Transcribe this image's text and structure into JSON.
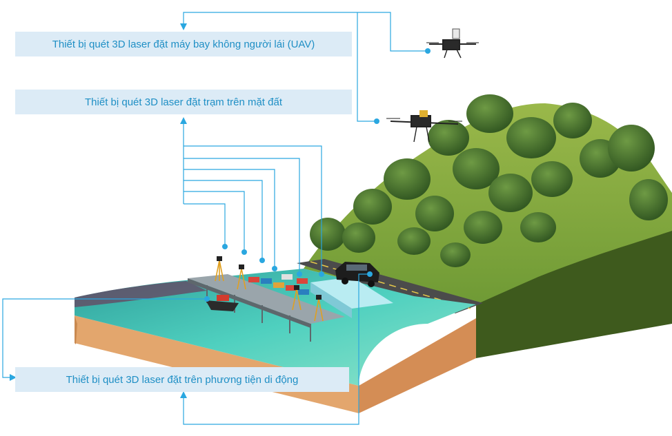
{
  "labels": {
    "uav": "Thiết bị quét 3D laser đặt máy bay không người lái (UAV)",
    "ground": "Thiết bị quét 3D laser đặt trạm trên mặt đất",
    "mobile": "Thiết bị quét 3D laser đặt trên phương tiện di động"
  },
  "colors": {
    "label_bg": "#dcebf6",
    "label_text": "#1f8fc5",
    "connector": "#2aa7e0",
    "water": "#3fc4b4",
    "soil": "#e2a46c",
    "grass": "#7aa83a",
    "hill_side": "#3f5a1c",
    "road": "#4a4a4a",
    "tree": "#3e6b2a"
  },
  "icons": [
    "drone-icon",
    "drone-icon",
    "car-icon",
    "boat-icon",
    "scanner-tripod-icon"
  ]
}
